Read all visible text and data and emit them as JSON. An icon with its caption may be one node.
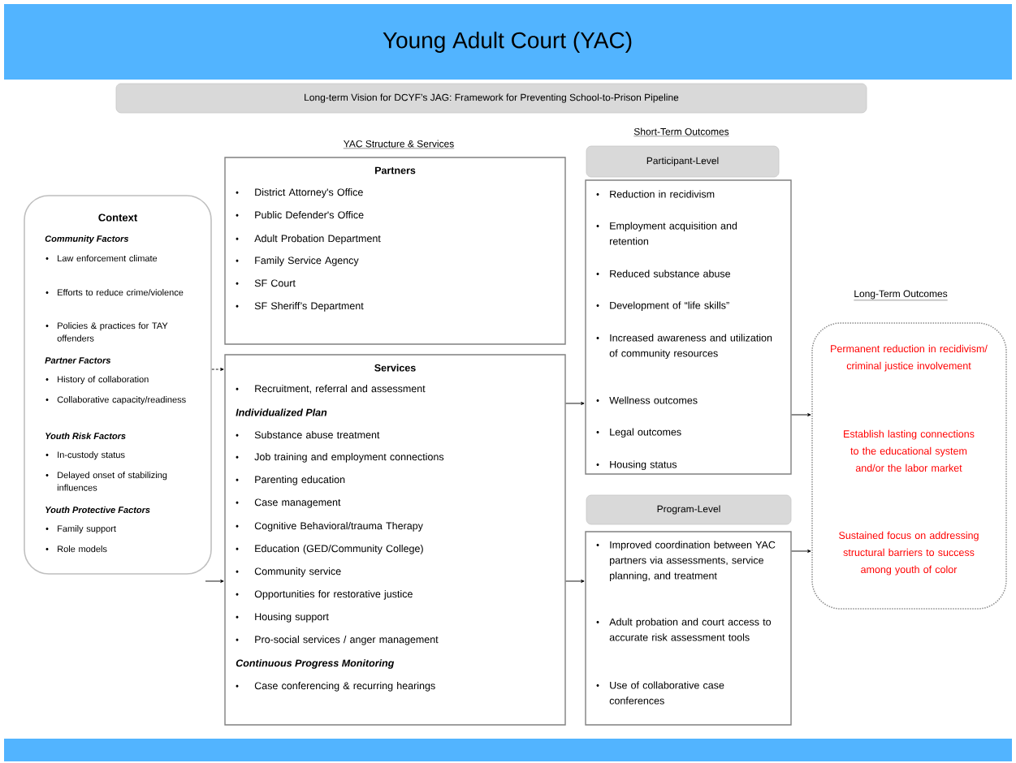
{
  "diagram": {
    "title": "Young Adult Court (YAC)",
    "nodes": [
      {
        "text": [
          "Long-term Vision for DCYF’s JAG: Framework for Preventing School-to-Prison Pipeline"
        ]
      },
      {
        "text": [
          "Context",
          "Community Factors",
          "Law enforcement climate",
          "Efforts to reduce crime/violence",
          "Policies & practices for TAY offenders",
          "Partner Factors",
          "History of collaboration",
          "Collaborative capacity/readiness",
          "Youth Risk Factors",
          "In-custody status",
          "Delayed onset of stabilizing influences",
          "Youth Protective Factors",
          "Family support",
          "Role models"
        ]
      },
      {
        "text": [
          "Partners",
          "District Attorney's Office",
          "Public Defender's Office",
          "Adult Probation Department",
          "Family Service Agency",
          "SF Court",
          "SF Sheriff’s Department"
        ]
      },
      {
        "text": [
          "Services",
          "Recruitment, referral and assessment",
          "Individualized Plan",
          "Substance abuse treatment",
          "Job training and employment connections",
          "Parenting education",
          "Case management",
          "Cognitive Behavioral/trauma Therapy",
          "Education (GED/Community College)",
          "Community service",
          "Opportunities for restorative justice",
          "Housing support",
          "Pro-social services / anger management",
          "Continuous Progress Monitoring",
          "Case conferencing & recurring hearings"
        ]
      },
      {
        "text": [
          "Participant-Level"
        ]
      },
      {
        "text": [
          "Reduction in recidivism",
          "Employment acquisition and retention",
          "Reduced substance abuse",
          "Development of “life skills”",
          "Increased awareness and utilization of community resources",
          "Wellness outcomes",
          "Legal outcomes",
          "Housing status"
        ]
      },
      {
        "text": [
          "Program-Level"
        ]
      },
      {
        "text": [
          "Improved coordination between YAC partners via assessments, service planning, and treatment",
          "Adult probation and court access to accurate risk assessment tools",
          "Use of collaborative case conferences"
        ]
      },
      {
        "text": [
          "Permanent reduction in recidivism/ criminal justice involvement",
          "Establish lasting connections to the educational system and/or the labor market",
          "Sustained focus on addressing structural barriers to success among youth of color"
        ]
      }
    ],
    "edges": [
      {
        "from": 1,
        "to": 3,
        "arrow": "to",
        "style": "dashed"
      },
      {
        "from": null,
        "to": 3,
        "arrow": "to"
      },
      {
        "from": 3,
        "to": 5,
        "arrow": "to"
      },
      {
        "from": 3,
        "to": 7,
        "arrow": "to"
      },
      {
        "from": 5,
        "to": 8,
        "arrow": "to"
      },
      {
        "from": 7,
        "to": 8,
        "arrow": "to"
      }
    ],
    "labels": [
      "YAC Structure & Services",
      "Short-Term Outcomes",
      "Long-Term Outcomes"
    ]
  }
}
